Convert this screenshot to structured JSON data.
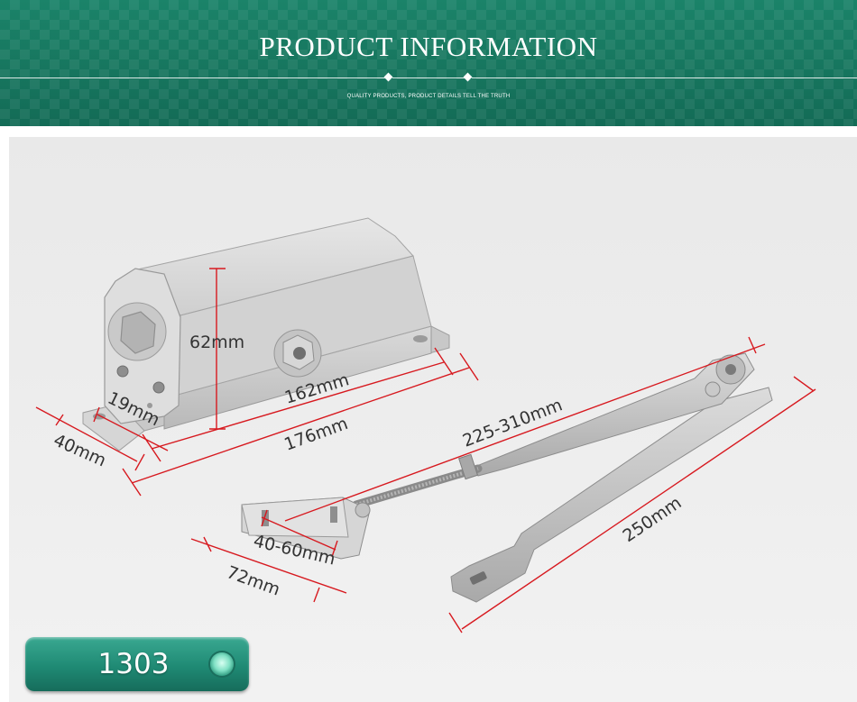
{
  "banner": {
    "title": "PRODUCT INFORMATION",
    "subtitle": "QUALITY PRODUCTS, PRODUCT DETAILS TELL THE TRUTH"
  },
  "dimensions": {
    "height": "62mm",
    "hole_spacing": "19mm",
    "depth": "40mm",
    "inner_length": "162mm",
    "total_length": "176mm",
    "arm_length": "225-310mm",
    "bracket_slot": "40-60mm",
    "bracket_width": "72mm",
    "lower_arm": "250mm"
  },
  "model": {
    "number": "1303"
  },
  "colors": {
    "banner": "#187a63",
    "dimension_line": "#d7191f",
    "badge": "#1f8a74",
    "metal": "#cfcfcf"
  }
}
